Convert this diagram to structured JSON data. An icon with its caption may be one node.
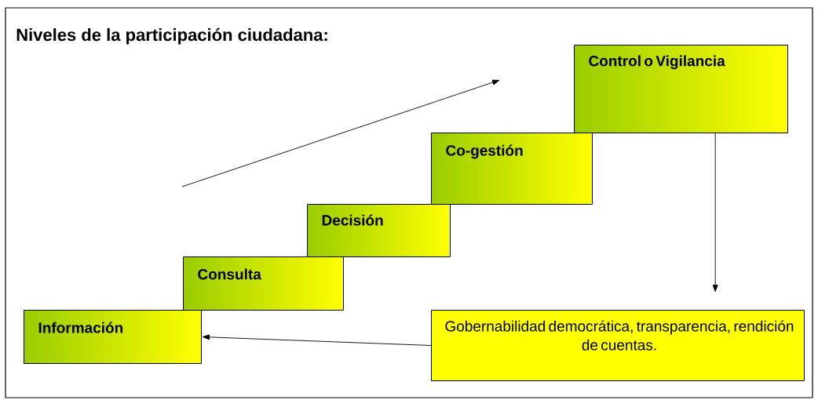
{
  "diagram": {
    "title": "Niveles de la participación ciudadana:",
    "nodes": [
      {
        "text": [
          "Información"
        ]
      },
      {
        "text": [
          "Consulta"
        ]
      },
      {
        "text": [
          "Decisión"
        ]
      },
      {
        "text": [
          "Co-gestión"
        ]
      },
      {
        "text": [
          "Control o Vigilancia"
        ]
      },
      {
        "text": [
          "Gobernabilidad democrática, transparencia, rendición de cuentas."
        ]
      }
    ],
    "edges": [
      {
        "from": 4,
        "to": null,
        "arrow": "to"
      },
      {
        "from": 5,
        "to": 0,
        "arrow": "to"
      }
    ]
  }
}
